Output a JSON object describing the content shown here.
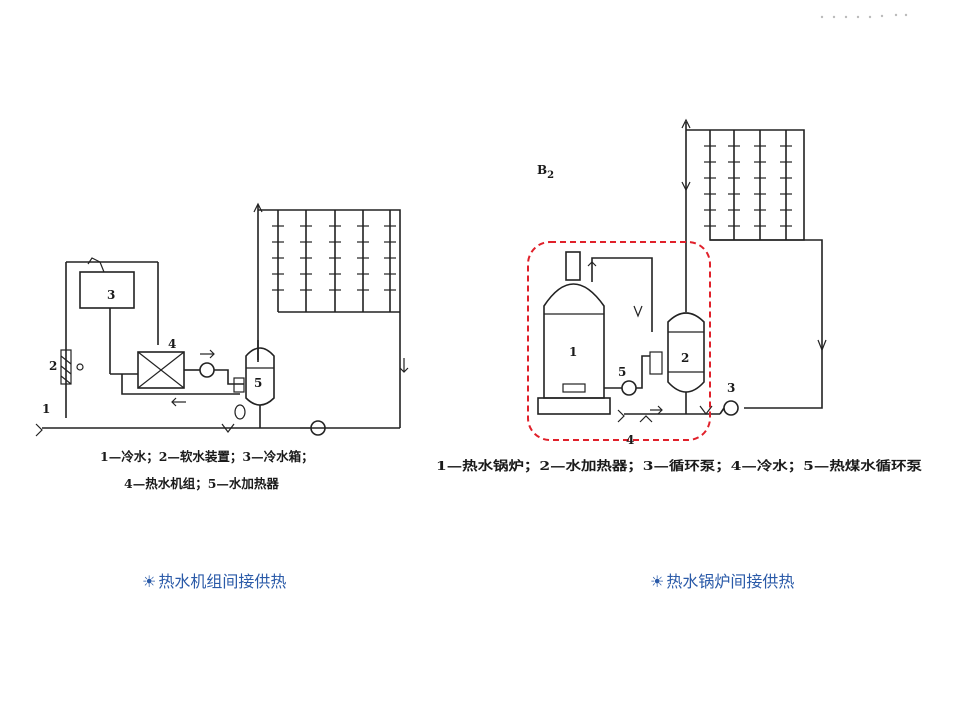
{
  "left_diagram": {
    "legend_line1": "1—冷水；2—软水装置；3—冷水箱；",
    "legend_line2": "4—热水机组；5—水加热器",
    "labels": [
      "1",
      "2",
      "3",
      "4",
      "5"
    ],
    "caption": "热水机组间接供热"
  },
  "right_diagram": {
    "title_base": "B",
    "title_sub": "2",
    "legend": "1—热水锅炉；2—水加热器；3—循环泵；4—冷水；5—热煤水循环泵",
    "labels": [
      "1",
      "2",
      "3",
      "4",
      "5"
    ],
    "caption": "热水锅炉间接供热"
  },
  "caption_icon": "sun-icon",
  "colors": {
    "caption": "#2a5aa8",
    "highlight": "#e0202a",
    "line": "#222222"
  }
}
